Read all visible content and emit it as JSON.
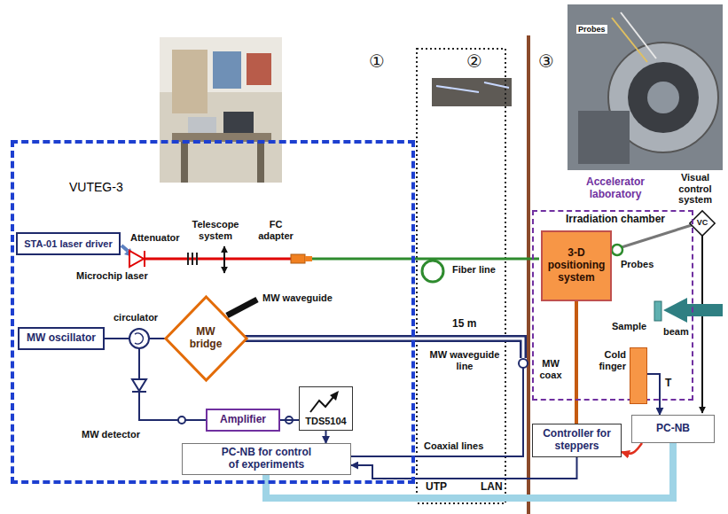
{
  "diagram": {
    "nodes": [
      {
        "text": [
          "VUTEG-3"
        ]
      },
      {
        "text": [
          "STA-01 laser driver"
        ],
        "in": 0
      },
      {
        "text": [
          "MW oscillator"
        ],
        "in": 0
      },
      {
        "text": [
          "MW bridge"
        ],
        "in": 0
      },
      {
        "text": [
          "Amplifier"
        ],
        "in": 0
      },
      {
        "text": [
          "TDS5104"
        ],
        "in": 0
      },
      {
        "text": [
          "PC-NB for control of experiments"
        ],
        "in": 0
      },
      {
        "text": [
          "Irradiation chamber"
        ]
      },
      {
        "text": [
          "3-D positioning system"
        ],
        "in": 7
      },
      {
        "text": [
          "Cold finger"
        ],
        "in": 7
      },
      {
        "text": [
          "Controller for steppers"
        ]
      },
      {
        "text": [
          "PC-NB"
        ]
      }
    ],
    "edges": [
      {
        "from": 4,
        "to": 5,
        "arrow": "none"
      },
      {
        "from": 5,
        "to": 6,
        "arrow": "to"
      },
      {
        "from": 8,
        "to": 10,
        "arrow": "none"
      },
      {
        "from": 10,
        "to": 6,
        "label": "LAN",
        "arrow": "to"
      },
      {
        "from": 11,
        "to": 10,
        "arrow": "to"
      },
      {
        "from": 9,
        "to": 11,
        "label": "T",
        "arrow": "to"
      },
      {
        "from": 11,
        "to": 6,
        "label": "UTP",
        "arrow": "none"
      }
    ],
    "labels": [
      "Microchip laser",
      "Attenuator",
      "Telescope system",
      "FC adapter",
      "①",
      "②",
      "③",
      "Fiber line",
      "15 m",
      "circulator",
      "MW waveguide",
      "MW waveguide line",
      "MW detector",
      "Coaxial lines",
      "Accelerator laboratory",
      "Visual control system",
      "VC",
      "Probes",
      "Probes",
      "Sample",
      "beam",
      "MW coax"
    ]
  }
}
